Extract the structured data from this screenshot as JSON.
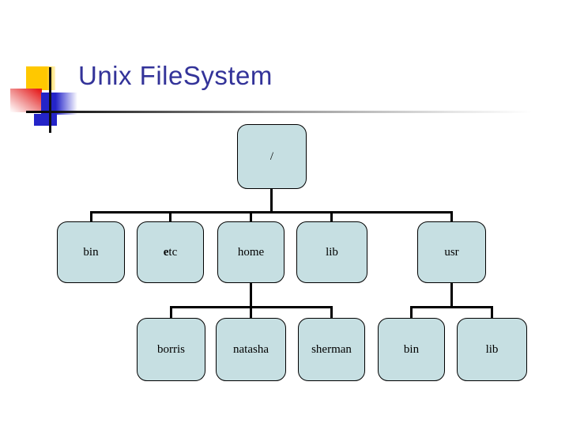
{
  "title": "Unix FileSystem",
  "colors": {
    "title_color": "#333399",
    "node_fill": "#c6dfe2",
    "node_border": "#000000",
    "connector_color": "#000000",
    "deco_yellow": "#ffc800",
    "deco_red": "#e62020",
    "deco_blue": "#2424c8"
  },
  "tree": {
    "nodes": {
      "root": {
        "label": "/"
      },
      "bin": {
        "label": "bin"
      },
      "etc": {
        "label": "etc",
        "label_bold": "e",
        "label_rest": "tc"
      },
      "home": {
        "label": "home"
      },
      "lib": {
        "label": "lib"
      },
      "usr": {
        "label": "usr"
      },
      "borris": {
        "label": "borris"
      },
      "natasha": {
        "label": "natasha"
      },
      "sherman": {
        "label": "sherman"
      },
      "usr_bin": {
        "label": "bin"
      },
      "usr_lib": {
        "label": "lib"
      }
    },
    "edges": [
      [
        "/",
        "bin"
      ],
      [
        "/",
        "etc"
      ],
      [
        "/",
        "home"
      ],
      [
        "/",
        "lib"
      ],
      [
        "/",
        "usr"
      ],
      [
        "home",
        "borris"
      ],
      [
        "home",
        "natasha"
      ],
      [
        "home",
        "sherman"
      ],
      [
        "usr",
        "bin"
      ],
      [
        "usr",
        "lib"
      ]
    ]
  }
}
